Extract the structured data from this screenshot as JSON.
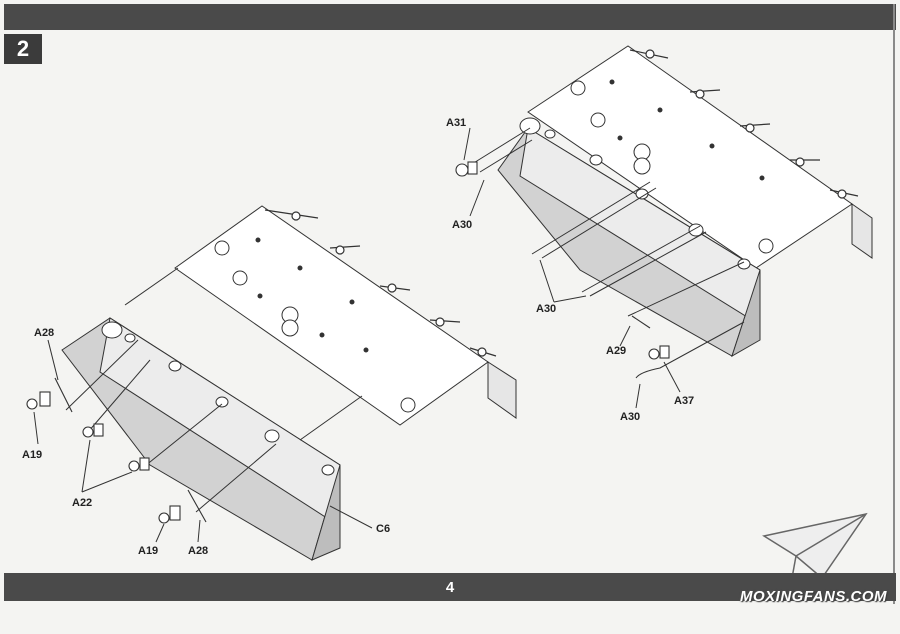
{
  "step": {
    "number": "2"
  },
  "footer": {
    "page_number": "4"
  },
  "watermark": {
    "text": "MOXINGFANS.COM"
  },
  "left_assembly": {
    "callouts": {
      "a28_top": "A28",
      "a19_left": "A19",
      "a22": "A22",
      "a19_bottom": "A19",
      "a28_bottom": "A28",
      "c6": "C6"
    }
  },
  "right_assembly": {
    "callouts": {
      "a31": "A31",
      "a30_top": "A30",
      "a30_mid": "A30",
      "a29": "A29",
      "a37": "A37",
      "a30_bottom": "A30"
    }
  },
  "colors": {
    "bar": "#4a4a4a",
    "paper": "#f4f4f2",
    "line": "#333333",
    "shade": "#d2d2d2"
  }
}
